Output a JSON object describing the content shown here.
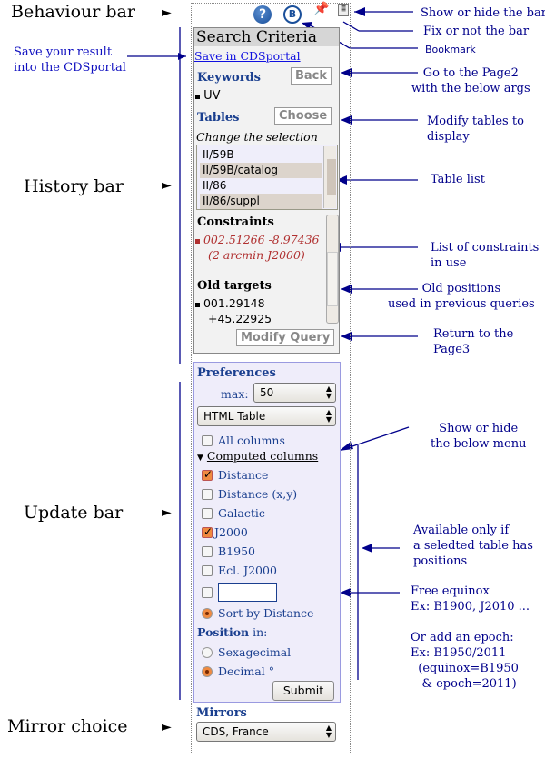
{
  "annotations_left": {
    "behaviour_bar": "Behaviour bar",
    "save_note": "Save your result\ninto the CDSportal",
    "history_bar": "History bar",
    "update_bar": "Update bar",
    "mirror_choice": "Mirror choice"
  },
  "annotations_right": {
    "show_hide_bar": "Show or hide the bar",
    "fix_bar": "Fix or not the bar",
    "bookmark": "Bookmark",
    "go_page2": "Go to the Page2\nwith the below args",
    "modify_tables": "Modify tables to\ndisplay",
    "table_list": "Table list",
    "constraints_list": "List of constraints\nin use",
    "old_positions": "Old positions\nused in previous queries",
    "return_page3": "Return to the\nPage3",
    "show_hide_menu": "Show or hide\nthe below menu",
    "available_only": "Available only if\na seledted table has\npositions",
    "free_equinox": "Free equinox\nEx: B1900, J2010 ...\n\nOr add an epoch:\nEx: B1950/2011\n  (equinox=B1950\n   & epoch=2011)"
  },
  "toolbar": {
    "help_icon": "?",
    "bookmark_icon": "B"
  },
  "history": {
    "title": "Search Criteria",
    "save_link": "Save in CDSportal",
    "keywords_label": "Keywords",
    "back_button": "Back",
    "keywords": [
      "UV"
    ],
    "tables_label": "Tables",
    "choose_button": "Choose",
    "change_selection": "Change the selection",
    "tables": [
      {
        "name": "II/59B",
        "selected": false
      },
      {
        "name": "II/59B/catalog",
        "selected": true
      },
      {
        "name": "II/86",
        "selected": false
      },
      {
        "name": "II/86/suppl",
        "selected": true
      }
    ],
    "constraints_label": "Constraints",
    "constraint_line1": "002.51266 -8.97436",
    "constraint_line2": "(2 arcmin J2000)",
    "old_targets_label": "Old targets",
    "old_target_line1": "001.29148",
    "old_target_line2": "+45.22925",
    "modify_button": "Modify Query"
  },
  "preferences": {
    "title": "Preferences",
    "max_label": "max:",
    "max_value": "50",
    "format_value": "HTML Table",
    "all_columns": "All columns",
    "computed_columns": "Computed columns",
    "columns": [
      {
        "label": "Distance",
        "checked": true
      },
      {
        "label": "Distance (x,y)",
        "checked": false
      },
      {
        "label": "Galactic",
        "checked": false
      },
      {
        "label": "J2000",
        "checked": true
      },
      {
        "label": "B1950",
        "checked": false
      },
      {
        "label": "Ecl. J2000",
        "checked": false
      }
    ],
    "free_equinox_value": "",
    "sort_by_distance": "Sort by Distance",
    "position_label": "Position",
    "position_in": " in:",
    "sexagecimal": "Sexagecimal",
    "decimal": "Decimal °",
    "position_selected": "Decimal °",
    "submit": "Submit"
  },
  "mirrors": {
    "title": "Mirrors",
    "value": "CDS, France"
  },
  "colors": {
    "accent_blue": "#1a3f8f",
    "annotation": "#00008b",
    "constraint_red": "#b03030",
    "check_orange": "#f08a40"
  }
}
